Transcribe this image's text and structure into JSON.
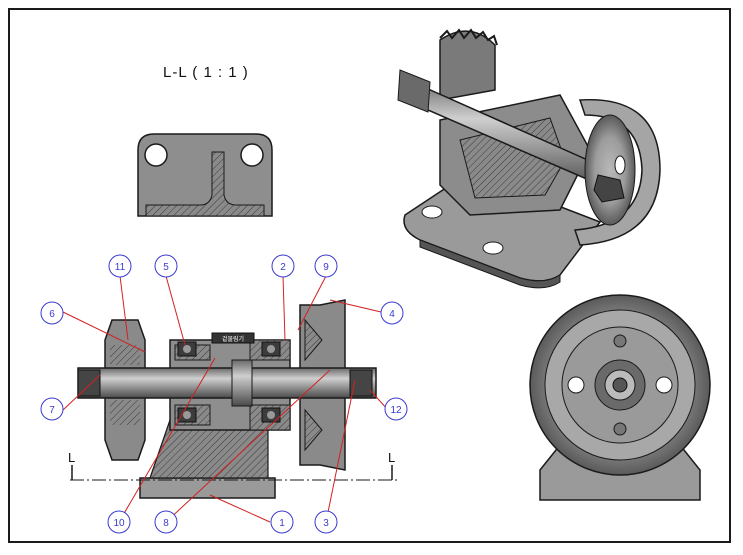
{
  "section_view": {
    "title": "L-L ( 1 : 1 )",
    "cut_label_left": "L",
    "cut_label_right": "L",
    "tag_label": "겉물림기"
  },
  "balloons": [
    {
      "id": "b11",
      "label": "11"
    },
    {
      "id": "b5",
      "label": "5"
    },
    {
      "id": "b2",
      "label": "2"
    },
    {
      "id": "b9",
      "label": "9"
    },
    {
      "id": "b4",
      "label": "4"
    },
    {
      "id": "b6",
      "label": "6"
    },
    {
      "id": "b7",
      "label": "7"
    },
    {
      "id": "b12",
      "label": "12"
    },
    {
      "id": "b10",
      "label": "10"
    },
    {
      "id": "b8",
      "label": "8"
    },
    {
      "id": "b1",
      "label": "1"
    },
    {
      "id": "b3",
      "label": "3"
    }
  ],
  "colors": {
    "body": "#9a9a9a",
    "dark": "#3c3c3c",
    "hatch": "#555555",
    "leader": "#d22020",
    "balloon_text": "#3a3ad0"
  }
}
